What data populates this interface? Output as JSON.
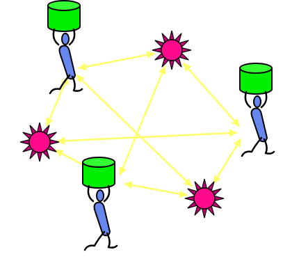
{
  "diagram": {
    "kind": "network",
    "colors": {
      "background": "#ffffff",
      "connector": "#ffff66",
      "connector_stroke": "#f5f56a",
      "server_body": "#00ee00",
      "server_top": "#33ff33",
      "outline": "#000000",
      "person": "#6688ee",
      "star_core": "#ff0a8c",
      "star_rays": "#c2007a"
    },
    "nodes": [
      {
        "id": "server-top-left",
        "type": "person-with-server",
        "icon": "person-carrying-database-icon"
      },
      {
        "id": "server-right",
        "type": "person-with-server",
        "icon": "person-carrying-database-icon"
      },
      {
        "id": "server-bottom",
        "type": "person-with-server",
        "icon": "person-carrying-database-icon"
      },
      {
        "id": "star-top",
        "type": "star",
        "icon": "sun-star-icon"
      },
      {
        "id": "star-left",
        "type": "star",
        "icon": "sun-star-icon"
      },
      {
        "id": "star-bottom-right",
        "type": "star",
        "icon": "sun-star-icon"
      }
    ],
    "edges": [
      {
        "from": "server-top-left",
        "to": "star-top"
      },
      {
        "from": "server-top-left",
        "to": "star-left"
      },
      {
        "from": "server-top-left",
        "to": "star-bottom-right"
      },
      {
        "from": "star-top",
        "to": "server-right"
      },
      {
        "from": "star-top",
        "to": "server-bottom"
      },
      {
        "from": "star-left",
        "to": "server-right"
      },
      {
        "from": "star-left",
        "to": "server-bottom"
      },
      {
        "from": "server-bottom",
        "to": "star-bottom-right"
      },
      {
        "from": "star-bottom-right",
        "to": "server-right"
      }
    ]
  }
}
